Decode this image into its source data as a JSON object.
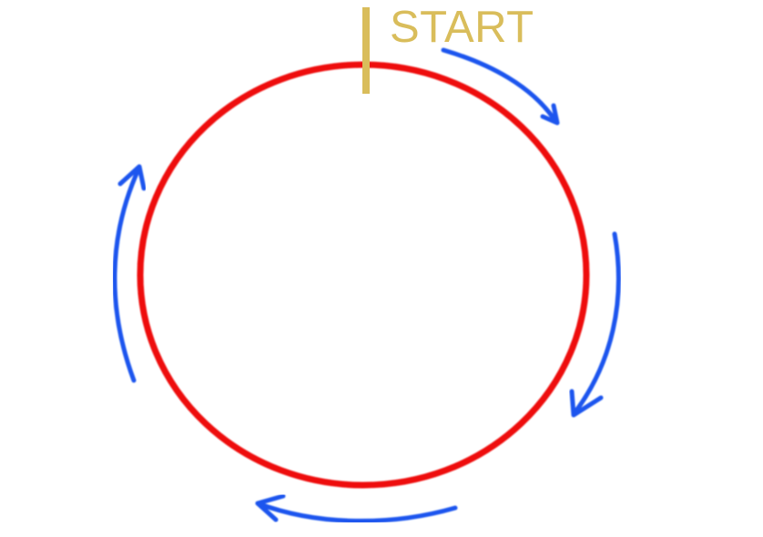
{
  "label": {
    "text": "START"
  },
  "colors": {
    "circle": "#ee1111",
    "marker": "#d9bd5b",
    "label": "#d9bd5b",
    "arrows": "#1a55ee",
    "background": "#ffffff"
  },
  "direction": "clockwise",
  "arrow_count": 4
}
